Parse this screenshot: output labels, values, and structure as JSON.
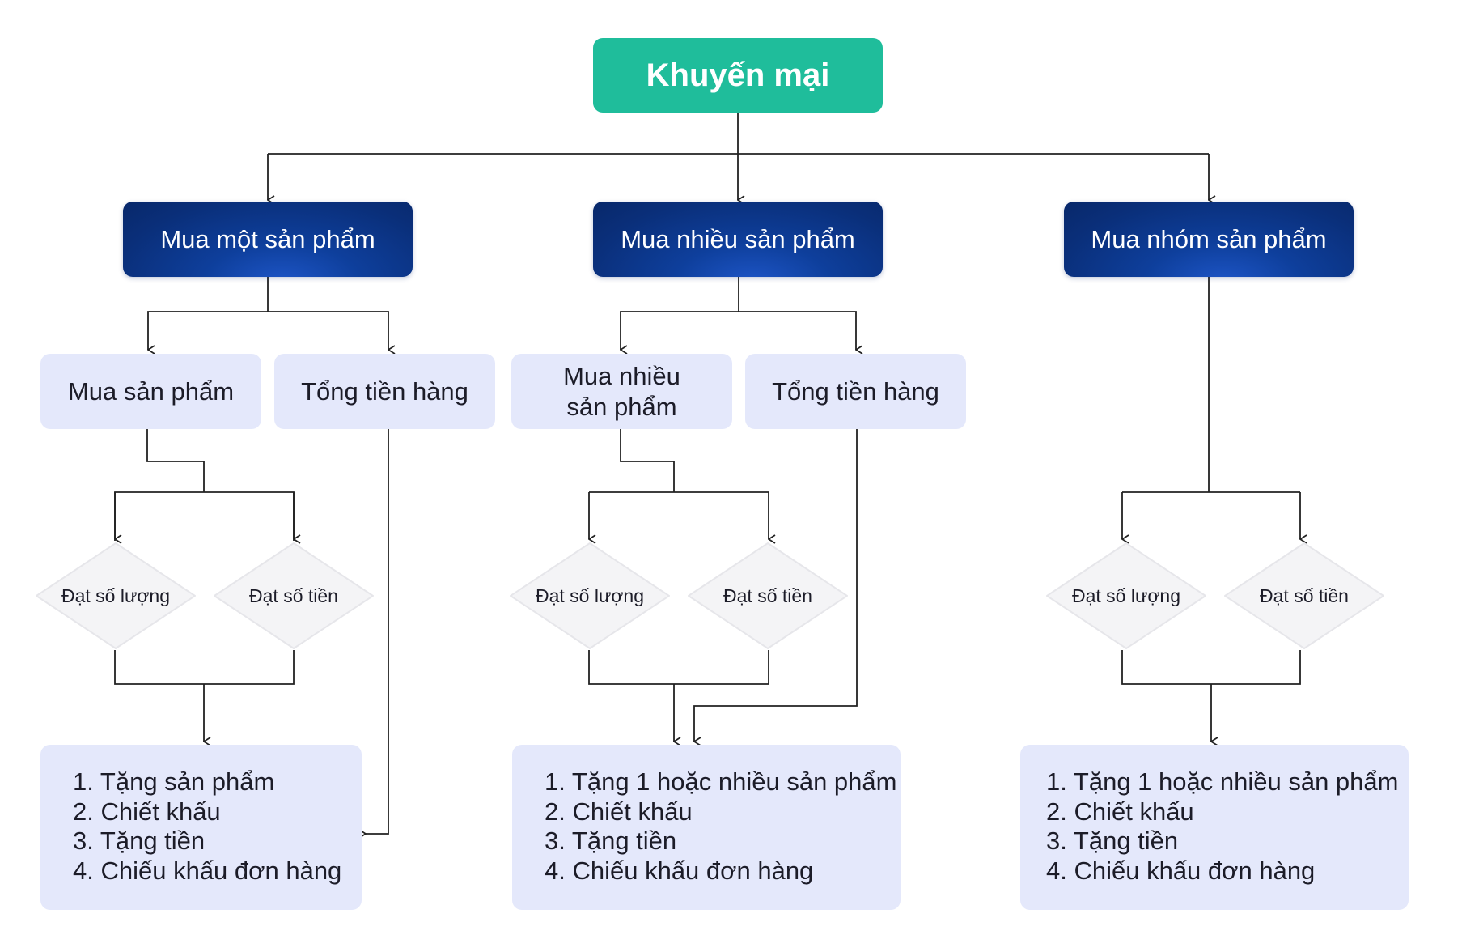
{
  "root": {
    "label": "Khuyến mại"
  },
  "categories": [
    {
      "label": "Mua một sản phẩm"
    },
    {
      "label": "Mua nhiều sản phẩm"
    },
    {
      "label": "Mua nhóm sản phẩm"
    }
  ],
  "subs": [
    {
      "label": "Mua sản phẩm"
    },
    {
      "label": "Tổng tiền hàng"
    },
    {
      "label_line1": "Mua nhiều",
      "label_line2": "sản phẩm"
    },
    {
      "label": "Tổng tiền hàng"
    }
  ],
  "conditions": {
    "quantity": "Đạt số lượng",
    "amount": "Đạt số tiền"
  },
  "outcomes": [
    {
      "items": [
        "1. Tặng sản phẩm",
        "2. Chiết khấu",
        "3. Tặng tiền",
        "4. Chiếu khấu đơn hàng"
      ]
    },
    {
      "items": [
        "1. Tặng 1 hoặc nhiều sản phẩm",
        "2. Chiết khấu",
        "3. Tặng tiền",
        "4. Chiếu khấu đơn hàng"
      ]
    },
    {
      "items": [
        "1. Tặng 1 hoặc nhiều sản phẩm",
        "2. Chiết khấu",
        "3. Tặng tiền",
        "4. Chiếu khấu đơn hàng"
      ]
    }
  ],
  "colors": {
    "root": "#1fbd9b",
    "category": "#0a2f7a",
    "box": "#e4e8fb",
    "diamond": "#f4f4f6",
    "line": "#222222"
  }
}
